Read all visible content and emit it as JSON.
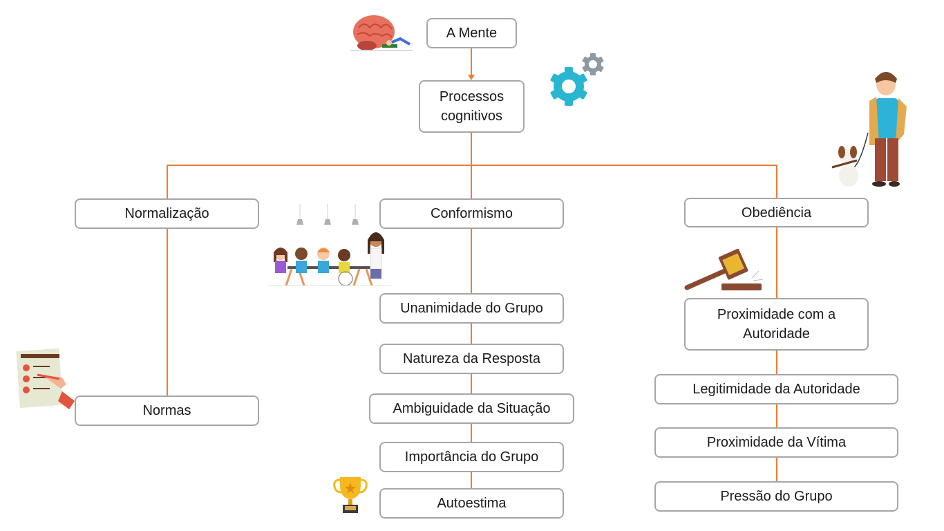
{
  "diagram": {
    "title": "A Mente",
    "line_color": "#ED7D31",
    "box_border_color": "#A6A6A6",
    "nodes": {
      "root": "A Mente",
      "processos": "Processos cognitivos",
      "normalizacao": "Normalização",
      "conformismo": "Conformismo",
      "obediencia": "Obediência",
      "normas": "Normas",
      "conformismo_children": [
        "Unanimidade do Grupo",
        "Natureza da Resposta",
        "Ambiguidade da Situação",
        "Importância do Grupo",
        "Autoestima"
      ],
      "obediencia_children": [
        "Proximidade com a Autoridade",
        "Legitimidade da Autoridade",
        "Proximidade da Vítima",
        "Pressão do Grupo"
      ]
    },
    "illustrations": [
      "brain-icon",
      "gears-icon",
      "man-with-dog-icon",
      "classroom-icon",
      "gavel-icon",
      "checklist-icon",
      "trophy-icon"
    ]
  }
}
